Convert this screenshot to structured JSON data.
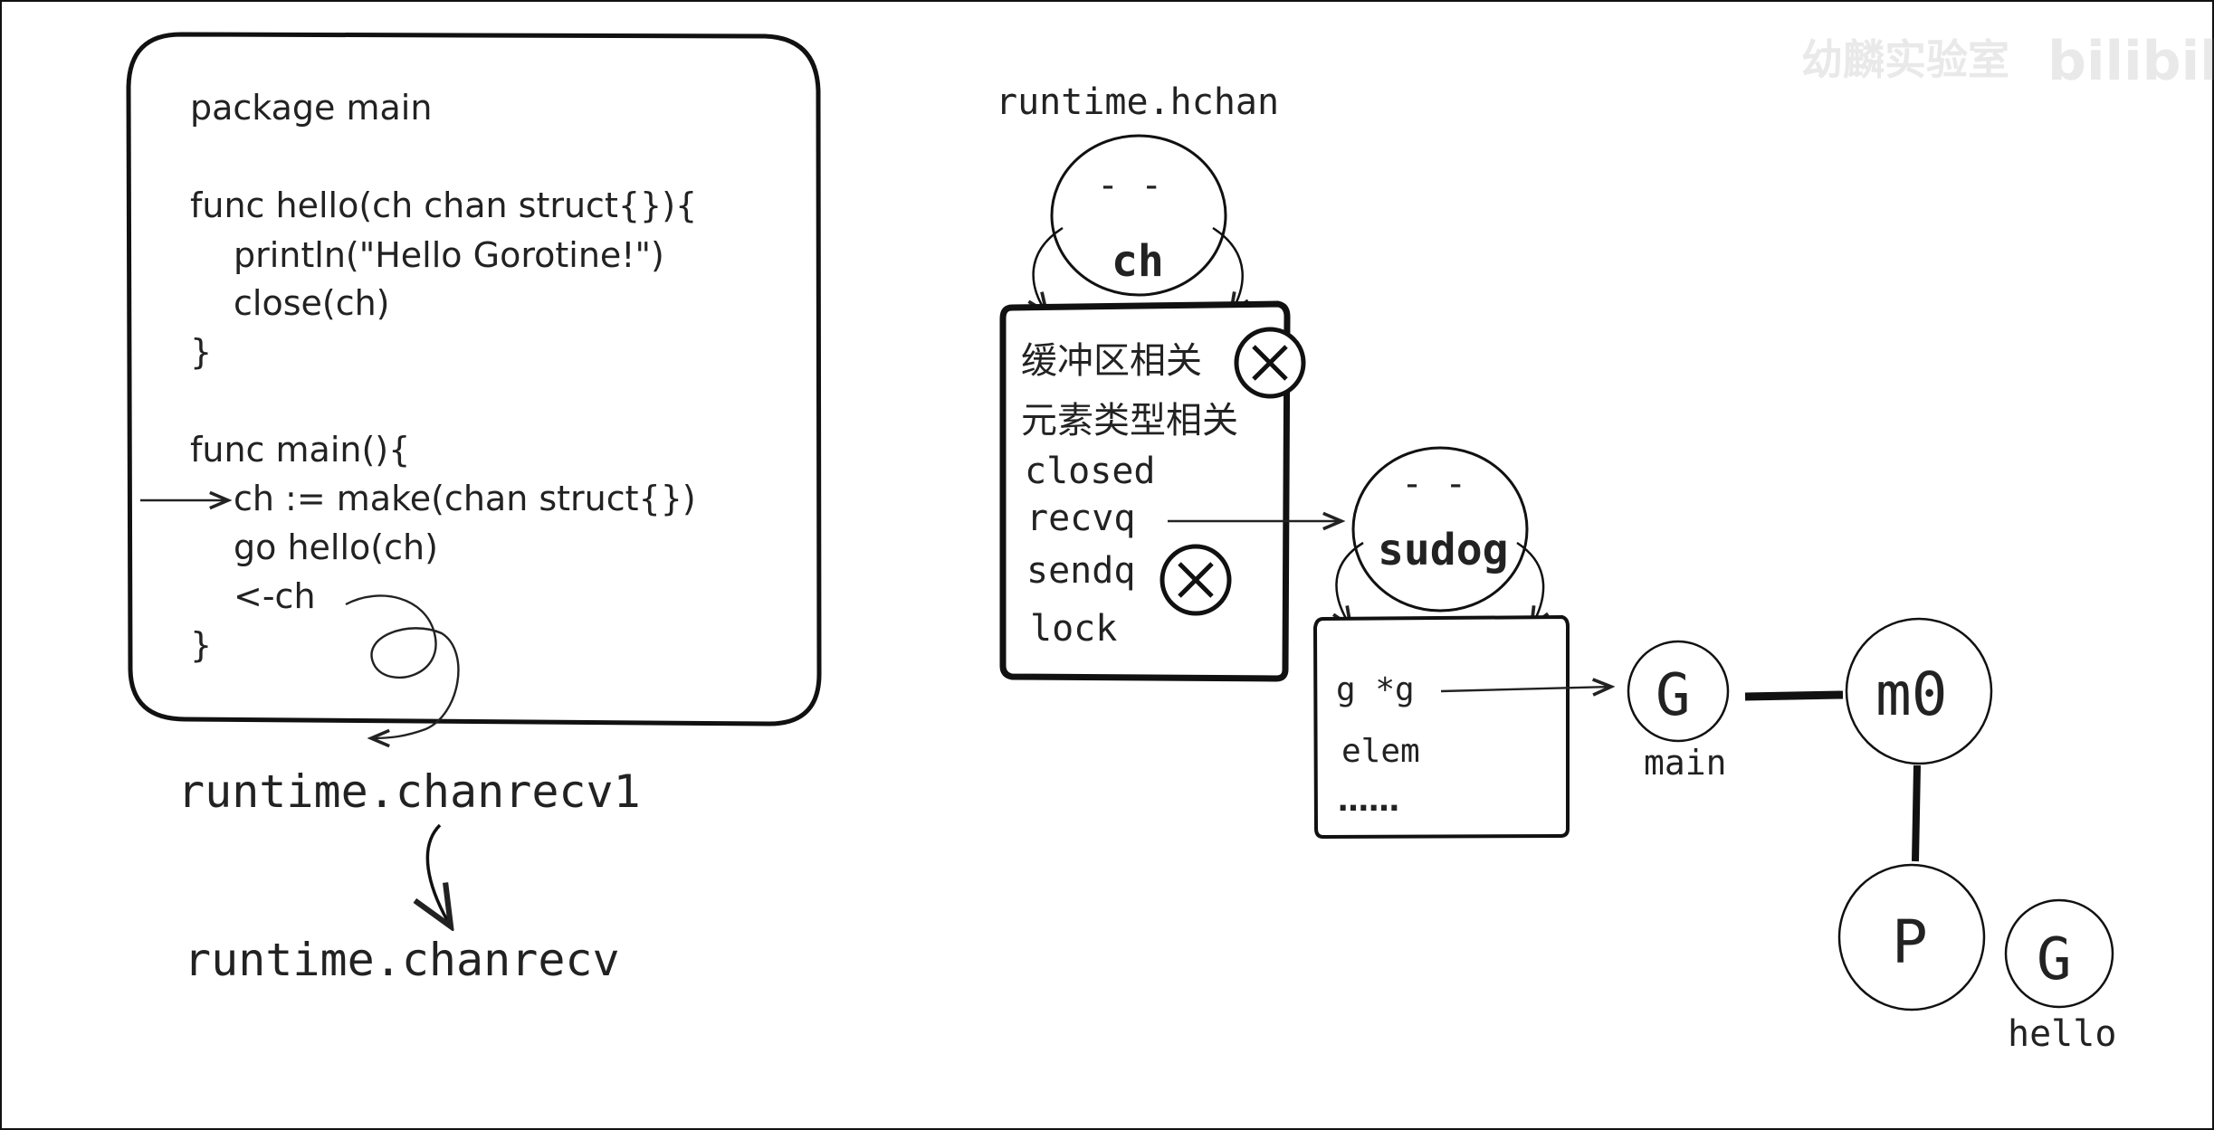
{
  "code": {
    "lines": [
      "package main",
      "func hello(ch chan struct{}){",
      "println(\"Hello Gorotine!\")",
      "close(ch)",
      "}",
      "func main(){",
      "ch := make(chan struct{})",
      "go hello(ch)",
      "<-ch",
      "}"
    ]
  },
  "calls": {
    "chanrecv1": "runtime.chanrecv1",
    "chanrecv": "runtime.chanrecv",
    "chanrecv_color": "#d63a4a"
  },
  "hchan": {
    "title": "runtime.hchan",
    "head_label": "ch",
    "head_eyes": "- -",
    "fields": [
      "缓冲区相关",
      "元素类型相关",
      "closed",
      "recvq",
      "sendq",
      "lock"
    ]
  },
  "sudog": {
    "head_label": "sudog",
    "head_eyes": "- -",
    "fields": [
      "g *g",
      "elem",
      "……"
    ]
  },
  "gmp": {
    "g_main": "G",
    "g_main_caption": "main",
    "m0": "m0",
    "p": "P",
    "g_hello": "G",
    "g_hello_caption": "hello"
  },
  "watermark": "幼麟实验室"
}
